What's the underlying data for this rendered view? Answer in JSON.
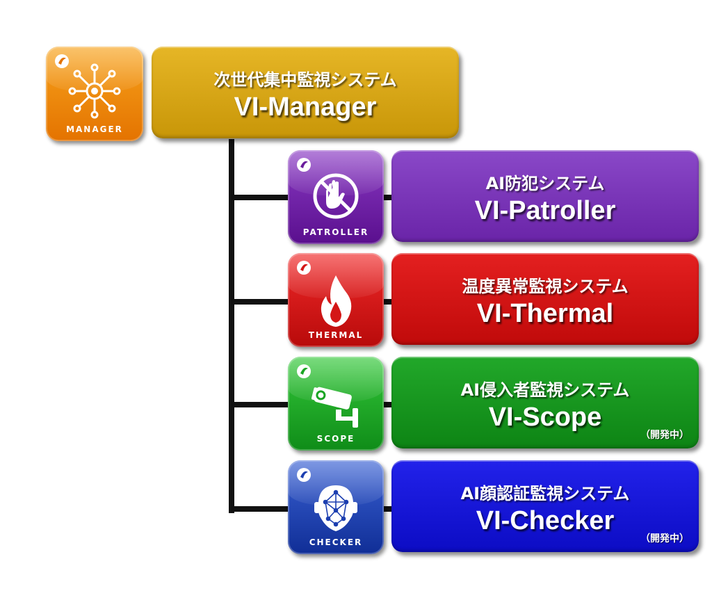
{
  "manager": {
    "tile_label": "MANAGER",
    "subtitle": "次世代集中監視システム",
    "title": "VI-Manager",
    "color": "#d4a413",
    "tile_color": "#f08a0c"
  },
  "systems": [
    {
      "key": "patroller",
      "tile_label": "PATROLLER",
      "subtitle": "AI防犯システム",
      "title": "VI-Patroller",
      "note": "",
      "color": "#7a2db8",
      "tile_color": "#6a1c9c"
    },
    {
      "key": "thermal",
      "tile_label": "THERMAL",
      "subtitle": "温度異常監視システム",
      "title": "VI-Thermal",
      "note": "",
      "color": "#d41414",
      "tile_color": "#d41616"
    },
    {
      "key": "scope",
      "tile_label": "SCOPE",
      "subtitle": "AI侵入者監視システム",
      "title": "VI-Scope",
      "note": "（開発中）",
      "color": "#13961c",
      "tile_color": "#1aa523"
    },
    {
      "key": "checker",
      "tile_label": "CHECKER",
      "subtitle": "AI顔認証監視システム",
      "title": "VI-Checker",
      "note": "（開発中）",
      "color": "#1616d8",
      "tile_color": "#1c3fb0"
    }
  ]
}
